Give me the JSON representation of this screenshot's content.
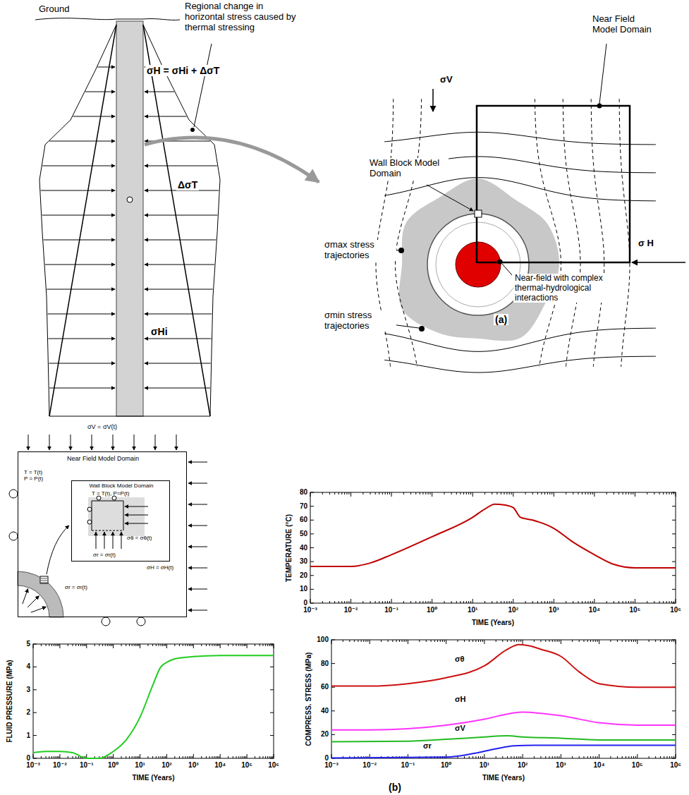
{
  "diagram": {
    "nodes": [
      {
        "text": [
          "Near Field Model Domain",
          "T = T(t) P = P(t)"
        ]
      },
      {
        "text": [
          "Wall Block Model Domain",
          "T = T(t), P=P(t)",
          "σθ = σθ(t)",
          "σr = σr(t)"
        ],
        "in": 0
      }
    ],
    "labels": [
      "Ground",
      "Regional change in horizontal stress caused by thermal stressing",
      "σH = σHi + ΔσT",
      "ΔσT",
      "σHi",
      "Near Field Model Domain",
      "Wall Block Model Domain",
      "σV",
      "σ H",
      "σmax stress trajectories",
      "σmin stress trajectories",
      "Near-field with complex thermal-hydrological interactions",
      "(a)",
      "σV = σV(t)",
      "σH = σH(t)",
      "σr = σr(t)",
      "TEMPERATURE (°C)",
      "0",
      "10",
      "20",
      "30",
      "40",
      "50",
      "60",
      "70",
      "80",
      "10⁻³",
      "10⁻²",
      "10⁻¹",
      "10⁰",
      "10¹",
      "10²",
      "10³",
      "10⁴",
      "10⁵",
      "10⁶",
      "TIME (Years)",
      "FLUID PRESSURE (MPa)",
      "0",
      "1",
      "2",
      "3",
      "4",
      "5",
      "10⁻³",
      "10⁻²",
      "10⁻¹",
      "10⁰",
      "10¹",
      "10²",
      "10³",
      "10⁴",
      "10⁵",
      "10⁶",
      "TIME (Years)",
      "COMPRESS. STRESS (MPa)",
      "0",
      "20",
      "40",
      "60",
      "80",
      "100",
      "10⁻³",
      "10⁻²",
      "10⁻¹",
      "10⁰",
      "10¹",
      "10²",
      "10³",
      "10⁴",
      "10⁵",
      "10⁶",
      "TIME (Years)",
      "σθ",
      "σH",
      "σV",
      "σr",
      "(b)"
    ]
  }
}
